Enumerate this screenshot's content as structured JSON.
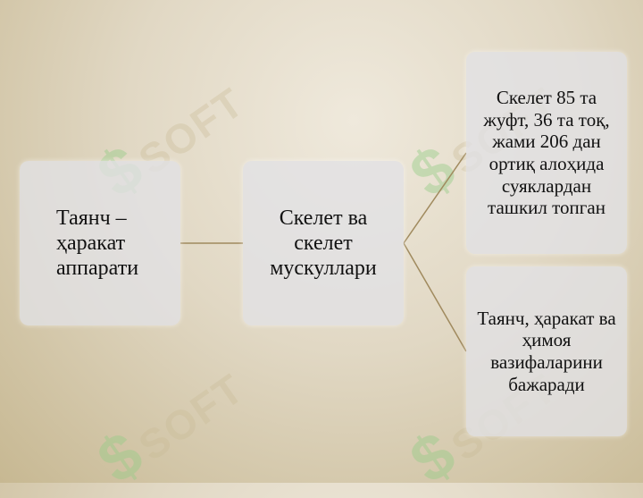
{
  "diagram": {
    "nodes": {
      "root": "Таянч – ҳаракат аппарати",
      "middle": "Скелет ва скелет мускуллари",
      "top_right": "Скелет 85 та жуфт, 36 та тоқ, жами 206 дан ортиқ алоҳида суяклардан ташкил топган",
      "bottom_right": "Таянч, ҳаракат ва ҳимоя вазифаларини бажаради"
    },
    "edges": [
      [
        "root",
        "middle"
      ],
      [
        "middle",
        "top_right"
      ],
      [
        "middle",
        "bottom_right"
      ]
    ],
    "connector_color": "#a08a5e",
    "node_fill": "#e2e2e6"
  },
  "watermark": {
    "text": "SOFT",
    "icon": "dollar-sign-logo-icon"
  }
}
